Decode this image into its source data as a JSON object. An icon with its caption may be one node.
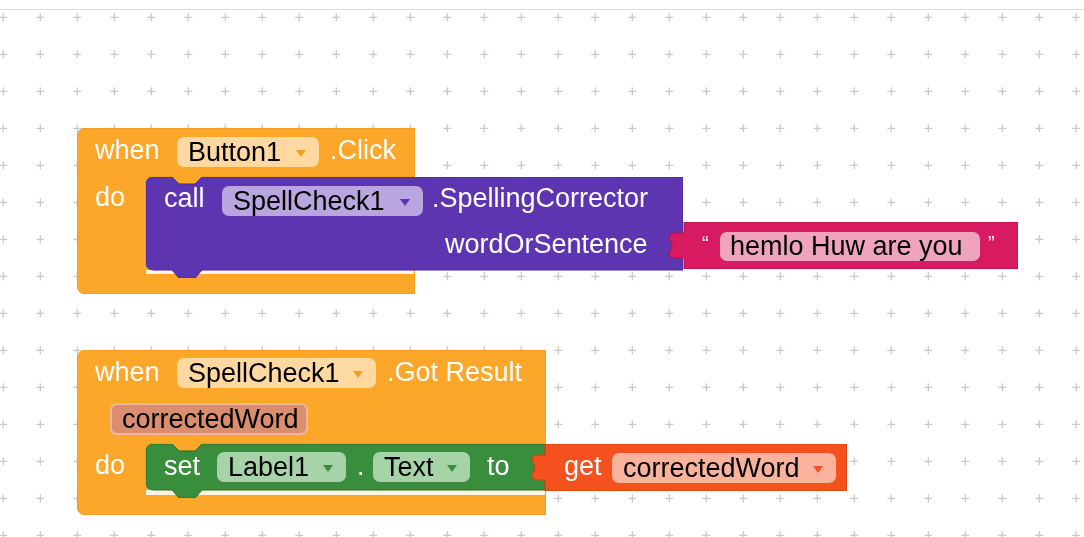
{
  "diagram": {
    "nodes": [
      {
        "text": [
          "when",
          ".Click",
          "do"
        ]
      },
      {
        "text": [
          "Button1"
        ],
        "in": 0
      },
      {
        "text": [
          "call",
          ".SpellingCorrector",
          "wordOrSentence"
        ]
      },
      {
        "text": [
          "SpellCheck1"
        ],
        "in": 2
      },
      {
        "text": [
          "“",
          "”"
        ]
      },
      {
        "text": [
          "hemlo Huw are you"
        ],
        "in": 4
      },
      {
        "text": [
          "when",
          ".Got Result",
          "do"
        ]
      },
      {
        "text": [
          "SpellCheck1"
        ],
        "in": 6
      },
      {
        "text": [
          "correctedWord"
        ],
        "in": 6
      },
      {
        "text": [
          "set",
          ".",
          "to"
        ],
        "in": 6
      },
      {
        "text": [
          "Label1"
        ],
        "in": 9
      },
      {
        "text": [
          "Text"
        ],
        "in": 9
      },
      {
        "text": [
          "get"
        ]
      },
      {
        "text": [
          "correctedWord"
        ],
        "in": 12
      }
    ]
  }
}
